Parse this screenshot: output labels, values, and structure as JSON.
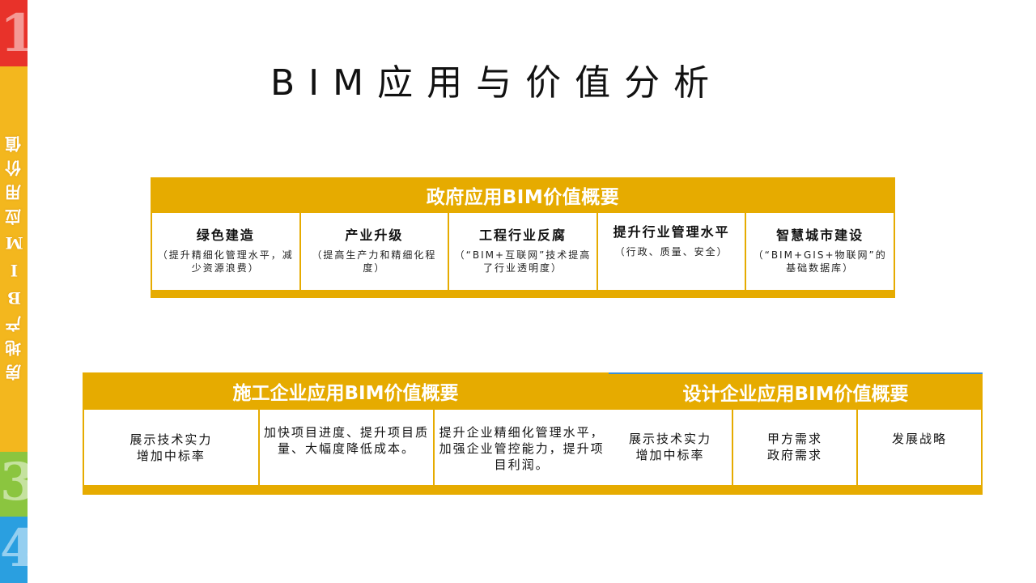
{
  "sidebar": {
    "segments": [
      {
        "number": "1",
        "color": "#e8322a"
      },
      {
        "number": "",
        "color": "#f3b71e"
      },
      {
        "number": "3",
        "color": "#8bc53f"
      },
      {
        "number": "4",
        "color": "#2a9fe0"
      }
    ],
    "vertical_label": "房地产BIM应用价值"
  },
  "title": "BIM应用与价值分析",
  "government": {
    "header": "政府应用BIM价值概要",
    "items": [
      {
        "title": "绿色建造",
        "sub": "（提升精细化管理水平，减少资源浪费）"
      },
      {
        "title": "产业升级",
        "sub": "（提高生产力和精细化程度）"
      },
      {
        "title": "工程行业反腐",
        "sub": "（“BIM+互联网”技术提高了行业透明度）"
      },
      {
        "title": "提升行业管理水平",
        "sub": "（行政、质量、安全）"
      },
      {
        "title": "智慧城市建设",
        "sub": "（“BIM+GIS+物联网”的基础数据库）"
      }
    ]
  },
  "construction": {
    "header": "施工企业应用BIM价值概要",
    "items": [
      "展示技术实力\n增加中标率",
      "加快项目进度、提升项目质量、大幅度降低成本。",
      "提升企业精细化管理水平，加强企业管控能力，提升项目利润。"
    ]
  },
  "design": {
    "header": "设计企业应用BIM价值概要",
    "items": [
      "展示技术实力\n增加中标率",
      "甲方需求\n政府需求",
      "发展战略"
    ]
  },
  "colors": {
    "panel": "#e6ab00",
    "accent_line": "#3a8fd8"
  }
}
